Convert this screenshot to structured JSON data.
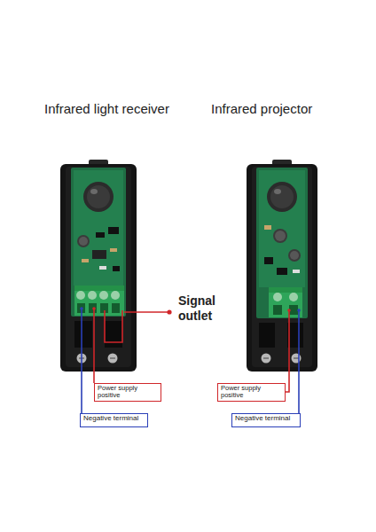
{
  "diagram": {
    "nodes": [
      {
        "text": [
          "Power supply positive"
        ]
      },
      {
        "text": [
          "Negative terminal"
        ]
      },
      {
        "text": [
          "Power supply positive"
        ]
      },
      {
        "text": [
          "Negative terminal"
        ]
      }
    ],
    "labels": [
      "Infrared light receiver",
      "Infrared projector",
      "Signal outlet"
    ]
  }
}
